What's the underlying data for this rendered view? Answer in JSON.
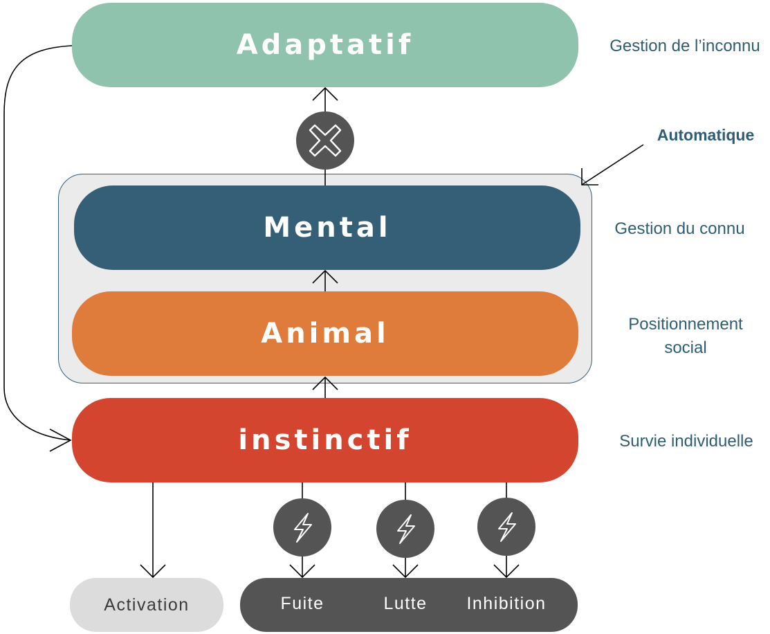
{
  "levels": {
    "adaptatif": {
      "label": "Adaptatif",
      "description": "Gestion de l’inconnu",
      "color": "#8fc3ae"
    },
    "mental": {
      "label": "Mental",
      "description": "Gestion du connu",
      "color": "#355f77"
    },
    "animal": {
      "label": "Animal",
      "description_line1": "Positionnement",
      "description_line2": "social",
      "color": "#df7c3b"
    },
    "instinctif": {
      "label": "instinctif",
      "description": "Survie individuelle",
      "color": "#d4452f"
    }
  },
  "automatic_group": {
    "label": "Automatique"
  },
  "outputs": {
    "activation": "Activation",
    "responses": [
      "Fuite",
      "Lutte",
      "Inhibition"
    ]
  },
  "icons": {
    "blocked": "close-x-icon",
    "trigger": "lightning-bolt-icon"
  }
}
